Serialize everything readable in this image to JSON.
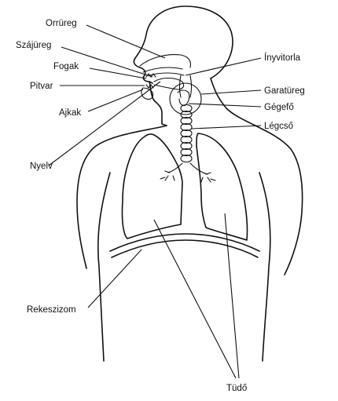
{
  "labels": {
    "nasal_cavity": "Orrüreg",
    "oral_cavity": "Szájüreg",
    "teeth": "Fogak",
    "vestibule": "Pitvar",
    "lips": "Ajkak",
    "tongue": "Nyelv",
    "soft_palate": "Ínyvitorla",
    "pharynx": "Garatüreg",
    "larynx": "Gégefő",
    "trachea": "Légcső",
    "diaphragm": "Rekeszizom",
    "lungs": "Tüdő"
  }
}
